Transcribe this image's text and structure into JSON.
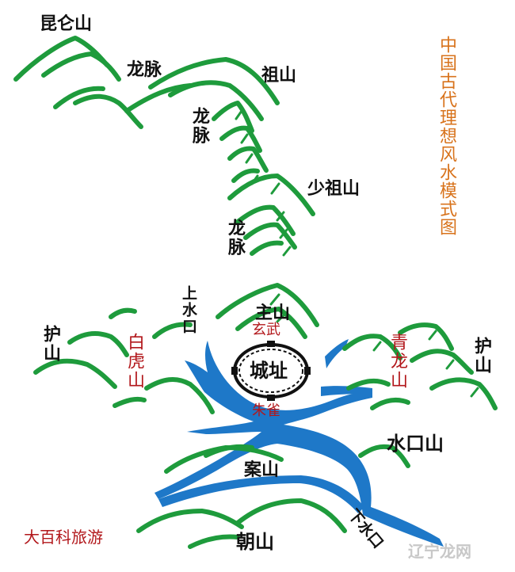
{
  "title": "中国古代理想风水模式图",
  "labels": {
    "kunlun": "昆仑山",
    "longmai_1": "龙脉",
    "zushan": "祖山",
    "longmai_2": "龙脉",
    "shaozushan": "少祖山",
    "longmai_3": "龙脉",
    "zhushan": "主山",
    "shangshuikou": "上水口",
    "hushan_left": "护山",
    "hushan_right": "护山",
    "baihushan": "白虎山",
    "qinglongshan": "青龙山",
    "xuanwu": "玄武",
    "chengzhi": "城址",
    "zhuque": "朱雀",
    "shuikoushan": "水口山",
    "anshan": "案山",
    "chaoshan": "朝山",
    "xiashuikou": "下水口",
    "credit": "大百科旅游",
    "watermark": "辽宁龙网"
  },
  "colors": {
    "mountain": "#1e9b3c",
    "river": "#1e78c8",
    "city": "#111111",
    "title": "#d8731c",
    "annotation": "#b2171b"
  }
}
